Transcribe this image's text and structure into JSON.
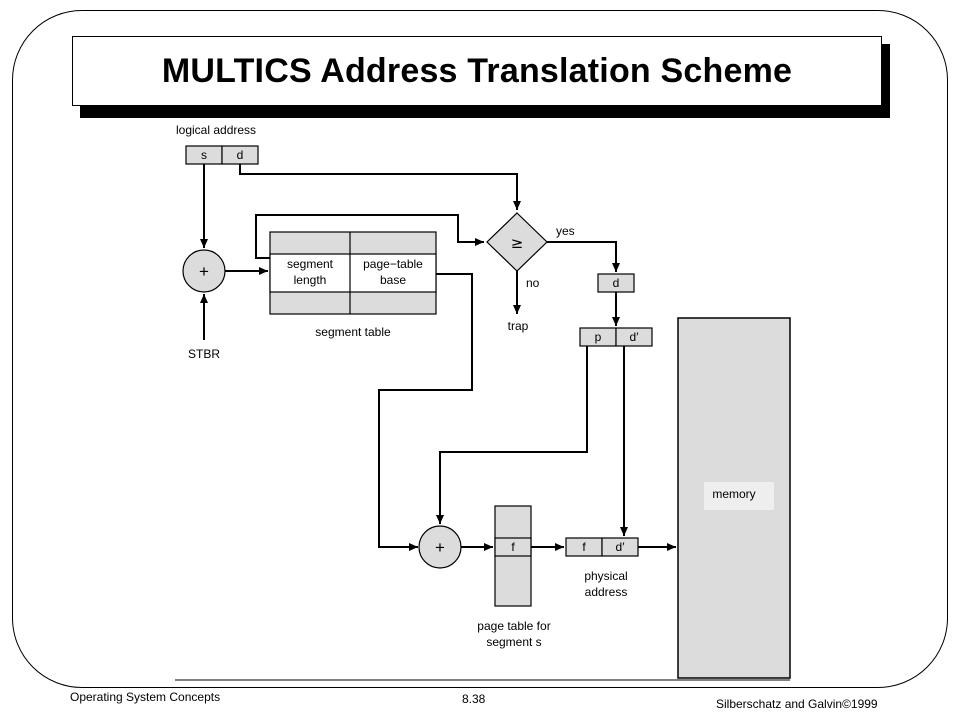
{
  "slide": {
    "title": "MULTICS Address Translation Scheme",
    "footer_left": "Operating System Concepts",
    "footer_center": "8.38",
    "footer_right": "Silberschatz and Galvin©1999"
  },
  "diagram": {
    "logical_address_label": "logical address",
    "s_field": "s",
    "d_field": "d",
    "plus_symbol": "+",
    "stbr_label": "STBR",
    "segment_length_line1": "segment",
    "segment_length_line2": "length",
    "page_table_base_line1": "page−table",
    "page_table_base_line2": "base",
    "segment_table_label": "segment table",
    "compare_symbol": "≥",
    "yes_label": "yes",
    "no_label": "no",
    "trap_label": "trap",
    "d_box": "d",
    "p_field": "p",
    "d_prime_field": "d′",
    "f_field": "f",
    "physical_address_line1": "physical",
    "physical_address_line2": "address",
    "page_table_line1": "page table for",
    "page_table_line2": "segment s",
    "memory_label": "memory"
  },
  "colors": {
    "box_fill": "#dcdcdc",
    "line": "#000000"
  }
}
